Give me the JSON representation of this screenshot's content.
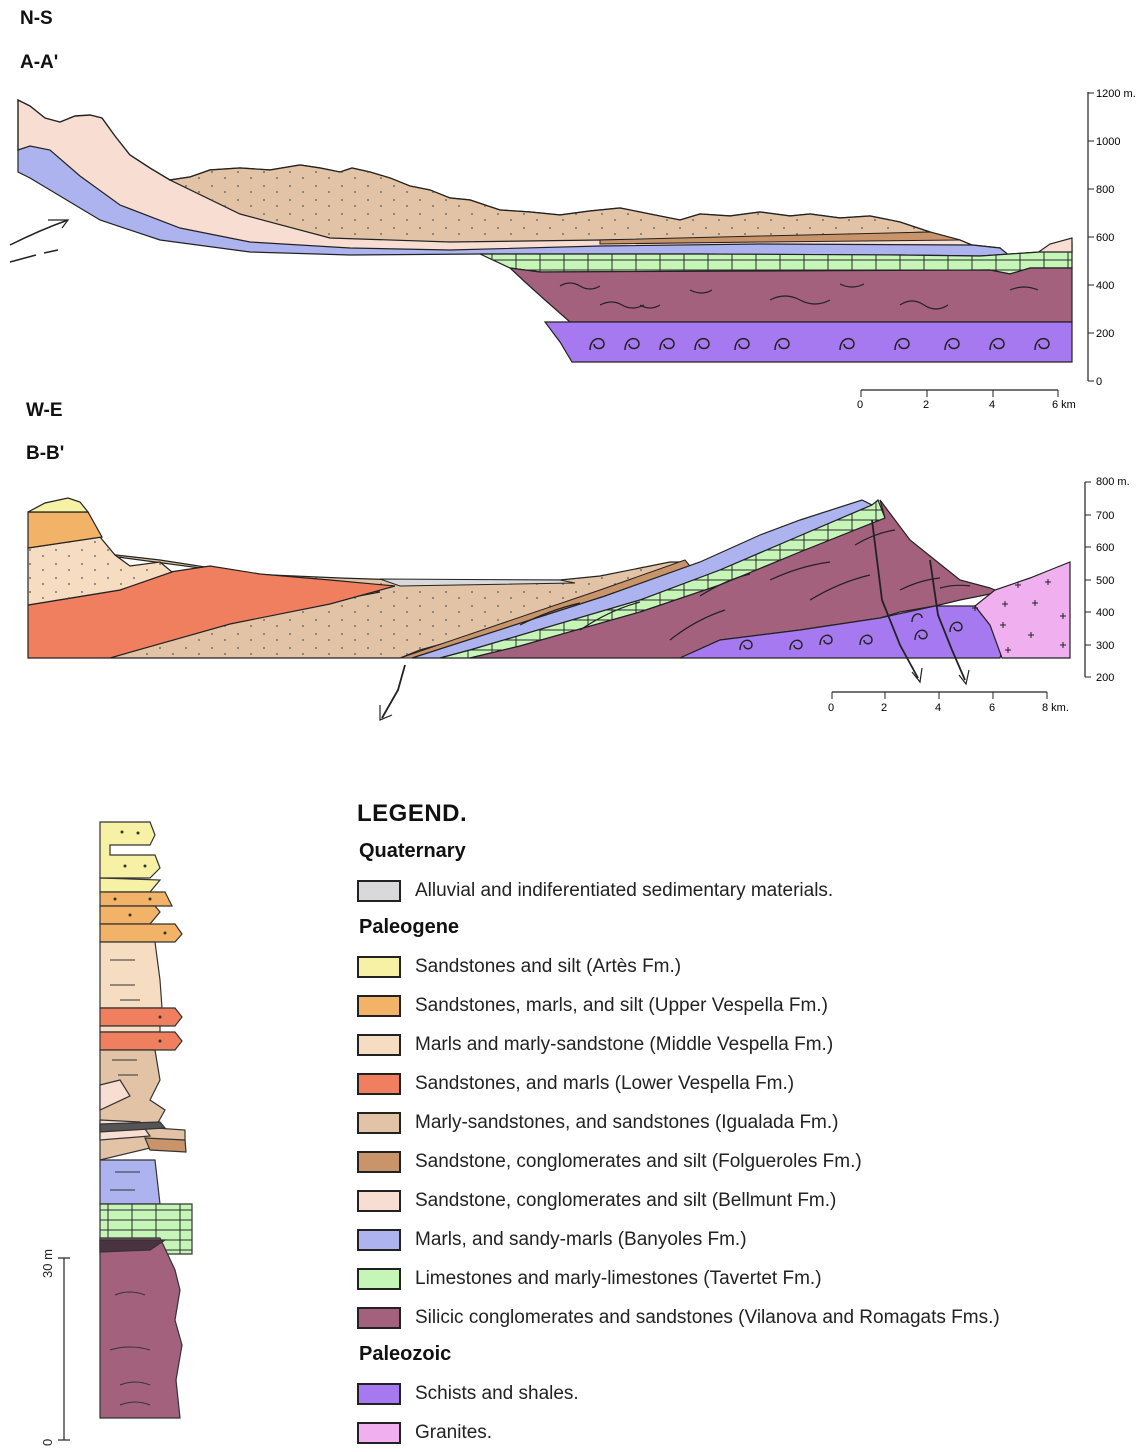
{
  "section1": {
    "direction": "N-S",
    "name": "A-A'",
    "depth_ticks": [
      "1200 m.",
      "1000",
      "800",
      "600",
      "400",
      "200",
      "0"
    ],
    "scale_ticks": [
      "0",
      "2",
      "4",
      "6 km"
    ]
  },
  "section2": {
    "direction": "W-E",
    "name": "B-B'",
    "depth_ticks": [
      "800 m.",
      "700",
      "600",
      "500",
      "400",
      "300",
      "200"
    ],
    "scale_ticks": [
      "0",
      "2",
      "4",
      "6",
      "8 km."
    ]
  },
  "column": {
    "scale_top": "30 m",
    "scale_bottom": "0"
  },
  "legend": {
    "title": "LEGEND.",
    "groups": [
      {
        "name": "Quaternary",
        "items": [
          {
            "label": "Alluvial and indiferentiated sedimentary materials.",
            "color": "#d9d9db"
          }
        ]
      },
      {
        "name": "Paleogene",
        "items": [
          {
            "label": "Sandstones and silt (Artès Fm.)",
            "color": "#f7f1a6"
          },
          {
            "label": "Sandstones, marls, and silt (Upper Vespella Fm.)",
            "color": "#f2b268"
          },
          {
            "label": "Marls and marly-sandstone (Middle Vespella Fm.)",
            "color": "#f6dcc0"
          },
          {
            "label": "Sandstones, and marls (Lower Vespella Fm.)",
            "color": "#ef7f5e"
          },
          {
            "label": "Marly-sandstones, and sandstones (Igualada Fm.)",
            "color": "#e2c3a5"
          },
          {
            "label": "Sandstone, conglomerates and silt (Folgueroles Fm.)",
            "color": "#c9946a"
          },
          {
            "label": "Sandstone, conglomerates and silt (Bellmunt Fm.)",
            "color": "#f7ddd2"
          },
          {
            "label": "Marls, and sandy-marls (Banyoles Fm.)",
            "color": "#adb3ee"
          },
          {
            "label": "Limestones and marly-limestones (Tavertet Fm.)",
            "color": "#c6f5b8"
          },
          {
            "label": "Silicic conglomerates and sandstones (Vilanova and Romagats Fms.)",
            "color": "#a3617e"
          }
        ]
      },
      {
        "name": "Paleozoic",
        "items": [
          {
            "label": "Schists and shales.",
            "color": "#a779f0"
          },
          {
            "label": "Granites.",
            "color": "#f0b0ef"
          }
        ]
      }
    ]
  }
}
